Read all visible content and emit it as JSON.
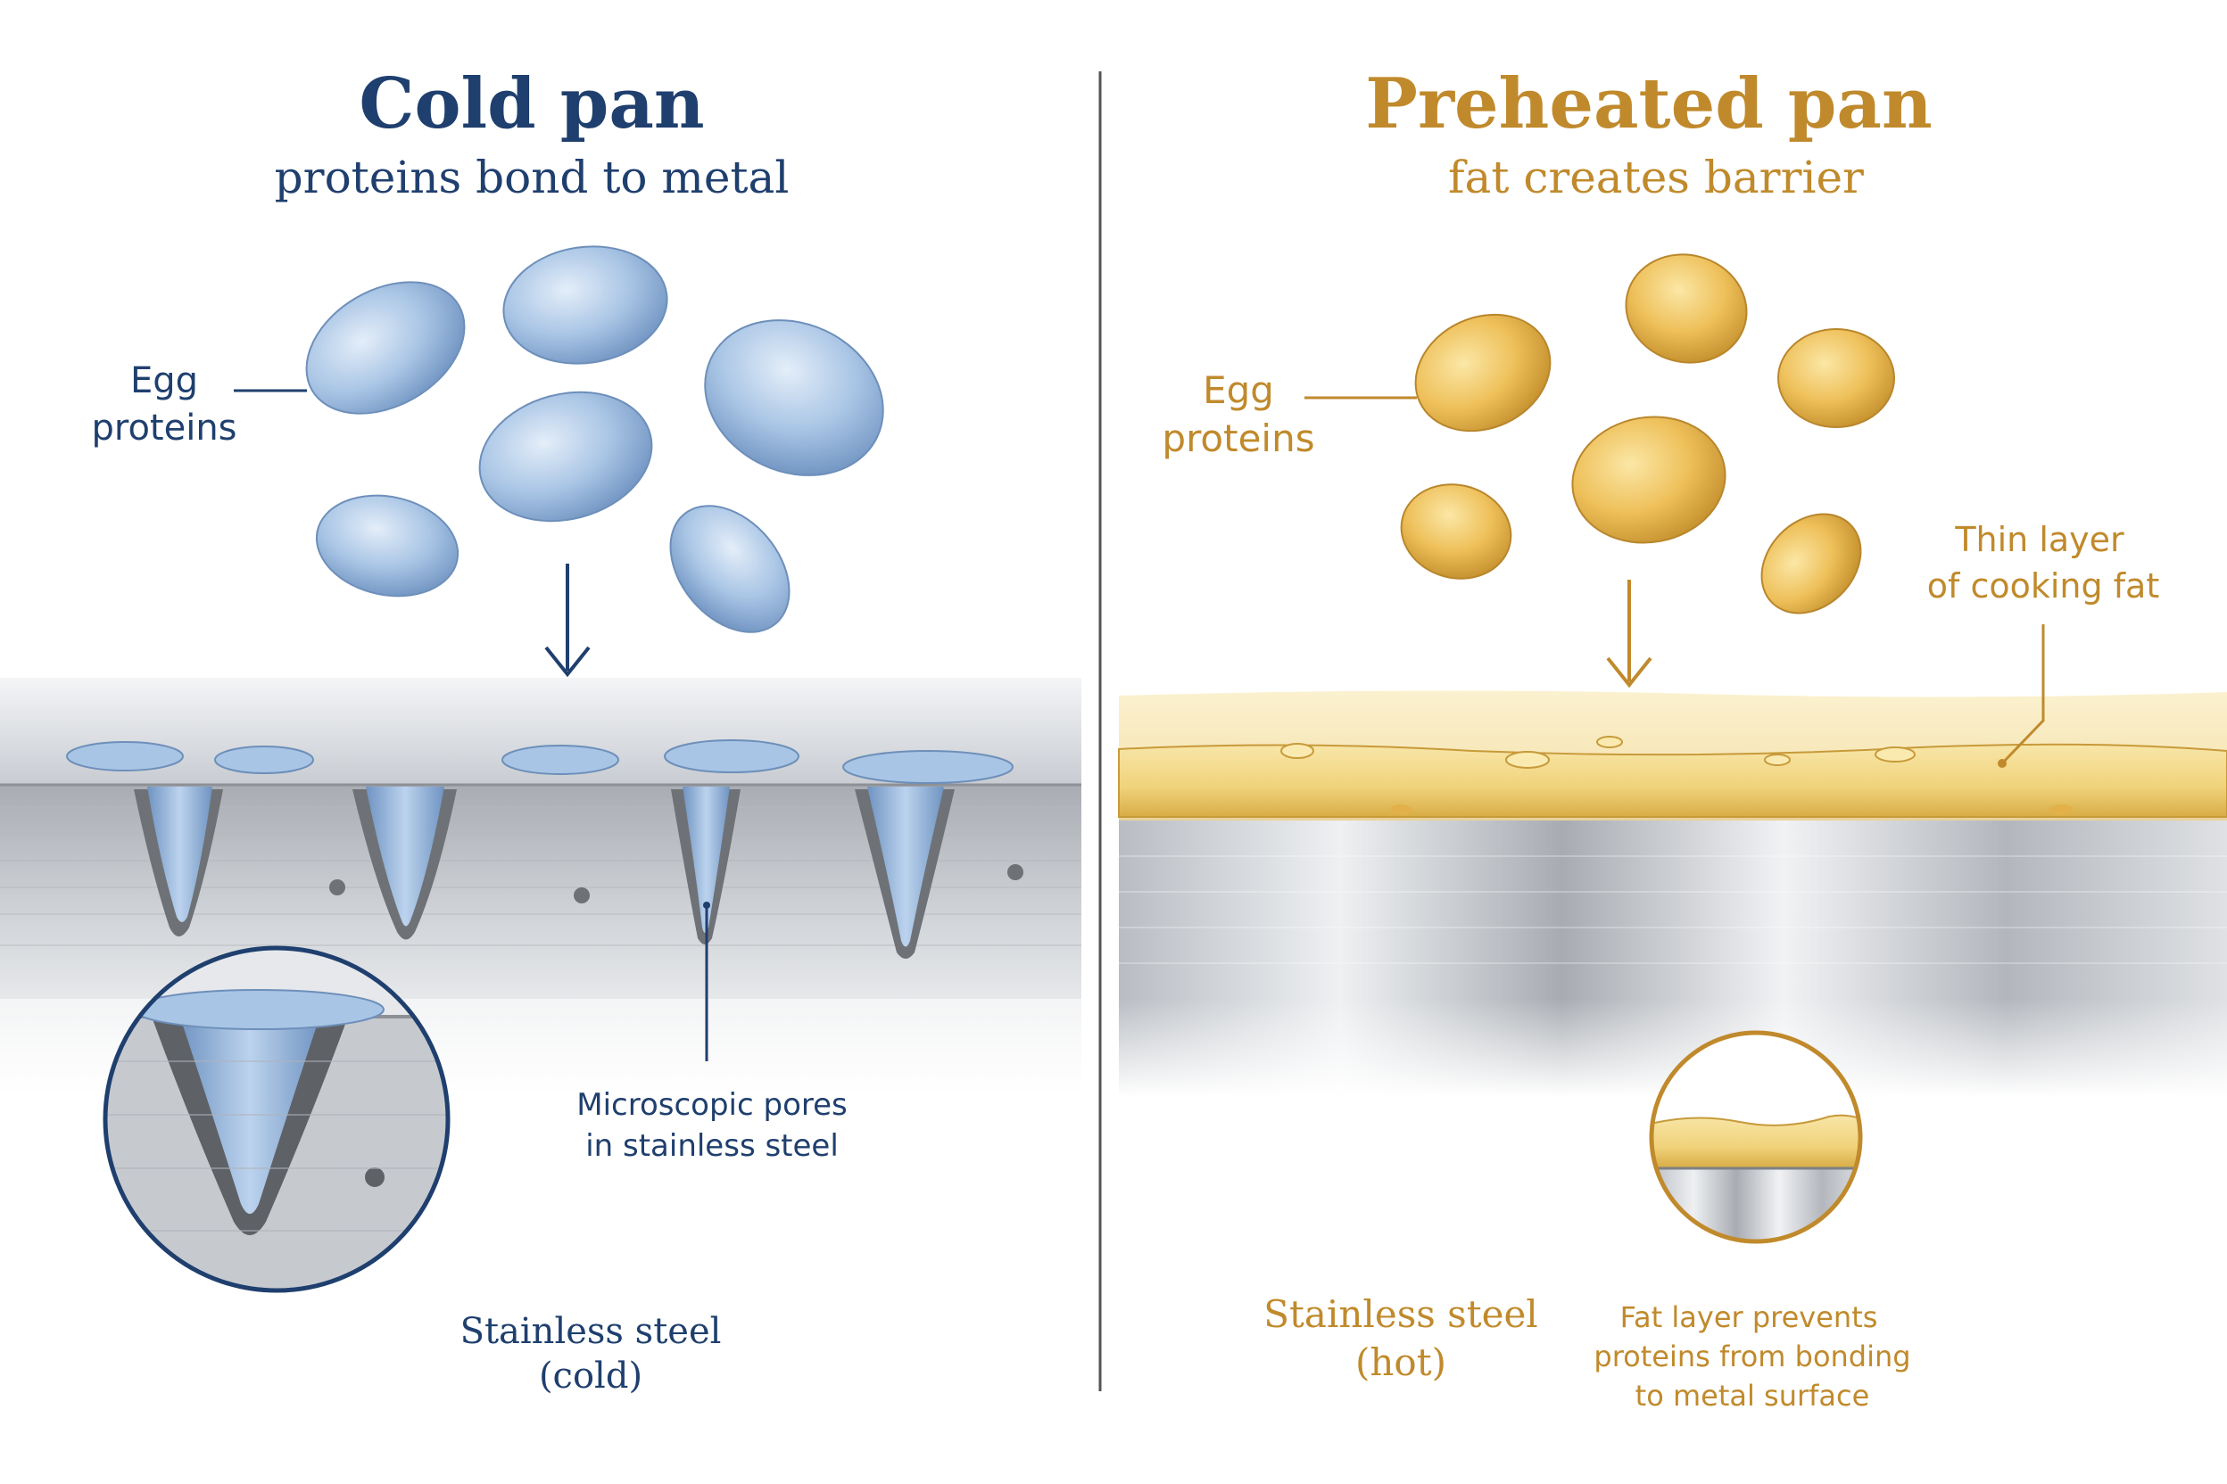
{
  "left_panel": {
    "title": "Cold pan",
    "subtitle": "proteins bond to metal",
    "egg_label": [
      "Egg",
      "proteins"
    ],
    "pores_label": [
      "Microscopic pores",
      "in stainless steel"
    ],
    "steel_label": [
      "Stainless steel",
      "(cold)"
    ]
  },
  "right_panel": {
    "title": "Preheated pan",
    "subtitle": "fat creates barrier",
    "egg_label": [
      "Egg",
      "proteins"
    ],
    "fat_label": [
      "Thin layer",
      "of cooking fat"
    ],
    "steel_label": [
      "Stainless steel",
      "(hot)"
    ],
    "barrier_label": [
      "Fat layer prevents",
      "proteins from bonding",
      "to metal surface"
    ]
  },
  "colors": {
    "cold_text": "#1f3f6e",
    "hot_text": "#c08a2c",
    "cold_protein": "#9dbcdf",
    "hot_protein": "#e8b94a",
    "fat": "#f0d27a",
    "steel": "#c9ccd1",
    "divider": "#555555"
  }
}
